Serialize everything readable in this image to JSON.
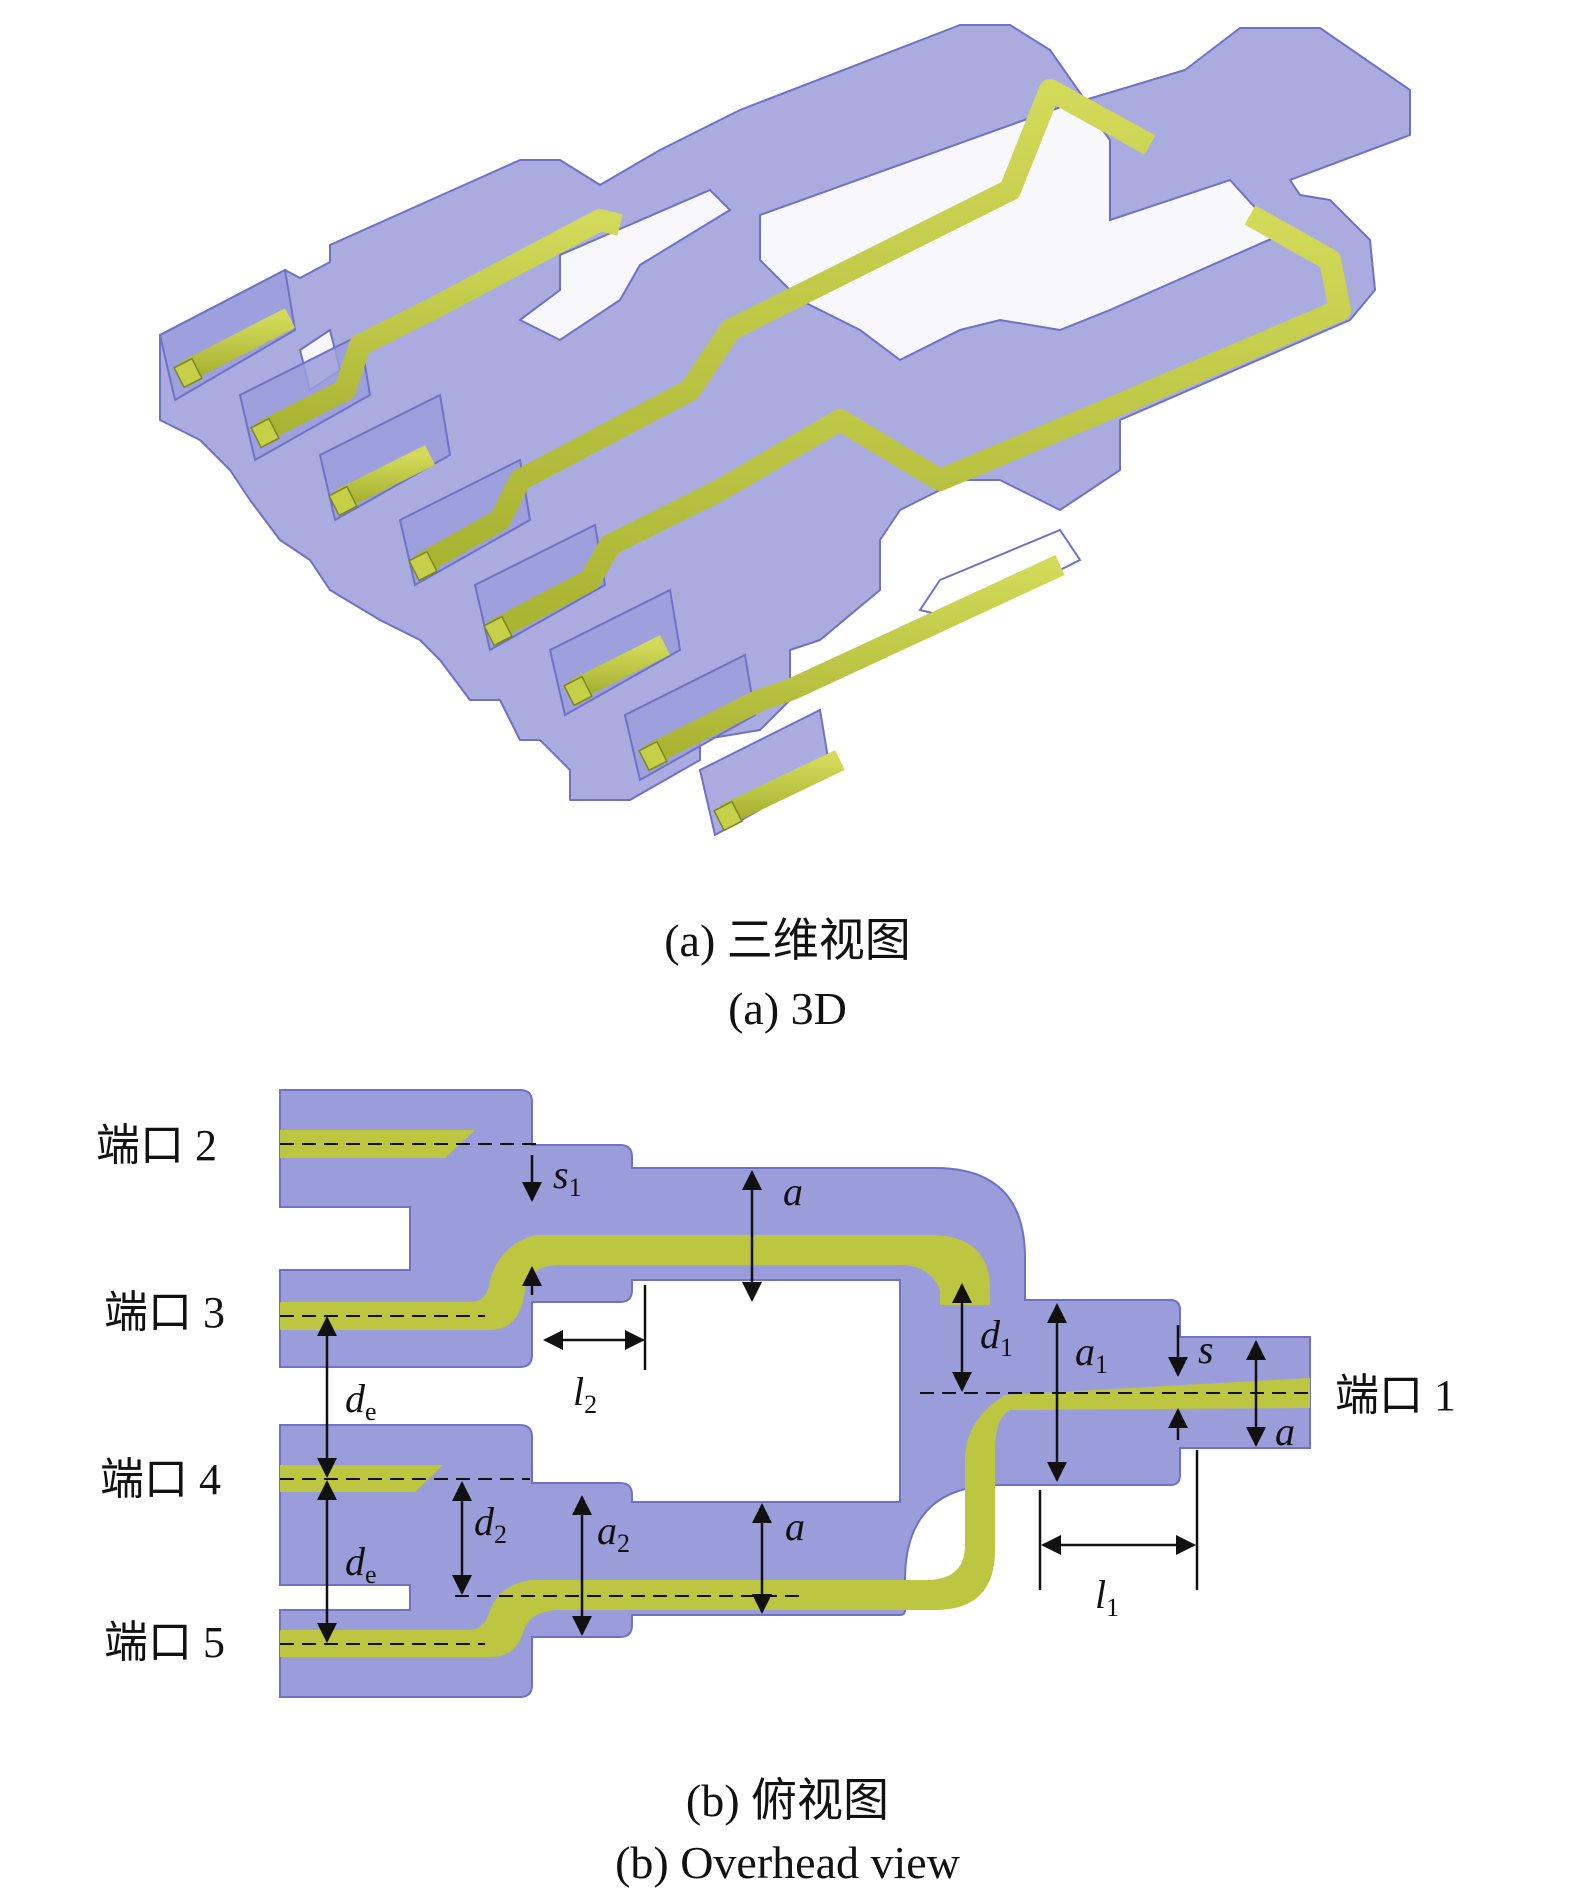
{
  "figure_a": {
    "caption_cn": "(a) 三维视图",
    "caption_en": "(a) 3D"
  },
  "figure_b": {
    "caption_cn": "(b) 俯视图",
    "caption_en": "(b) Overhead view",
    "ports": {
      "p1": "端口 1",
      "p2": "端口 2",
      "p3": "端口 3",
      "p4": "端口 4",
      "p5": "端口 5"
    },
    "dims": {
      "a": "a",
      "a1": "a",
      "a1_sub": "1",
      "a2": "a",
      "a2_sub": "2",
      "s": "s",
      "s1": "s",
      "s1_sub": "1",
      "d1": "d",
      "d1_sub": "1",
      "d2": "d",
      "d2_sub": "2",
      "de": "d",
      "de_sub": "e",
      "l1": "l",
      "l1_sub": "1",
      "l2": "l",
      "l2_sub": "2"
    }
  },
  "colors": {
    "housing": "#9b9ddb",
    "housing_edge": "#6f72c4",
    "strip": "#bcc640",
    "strip_dark": "#8f9a25"
  }
}
